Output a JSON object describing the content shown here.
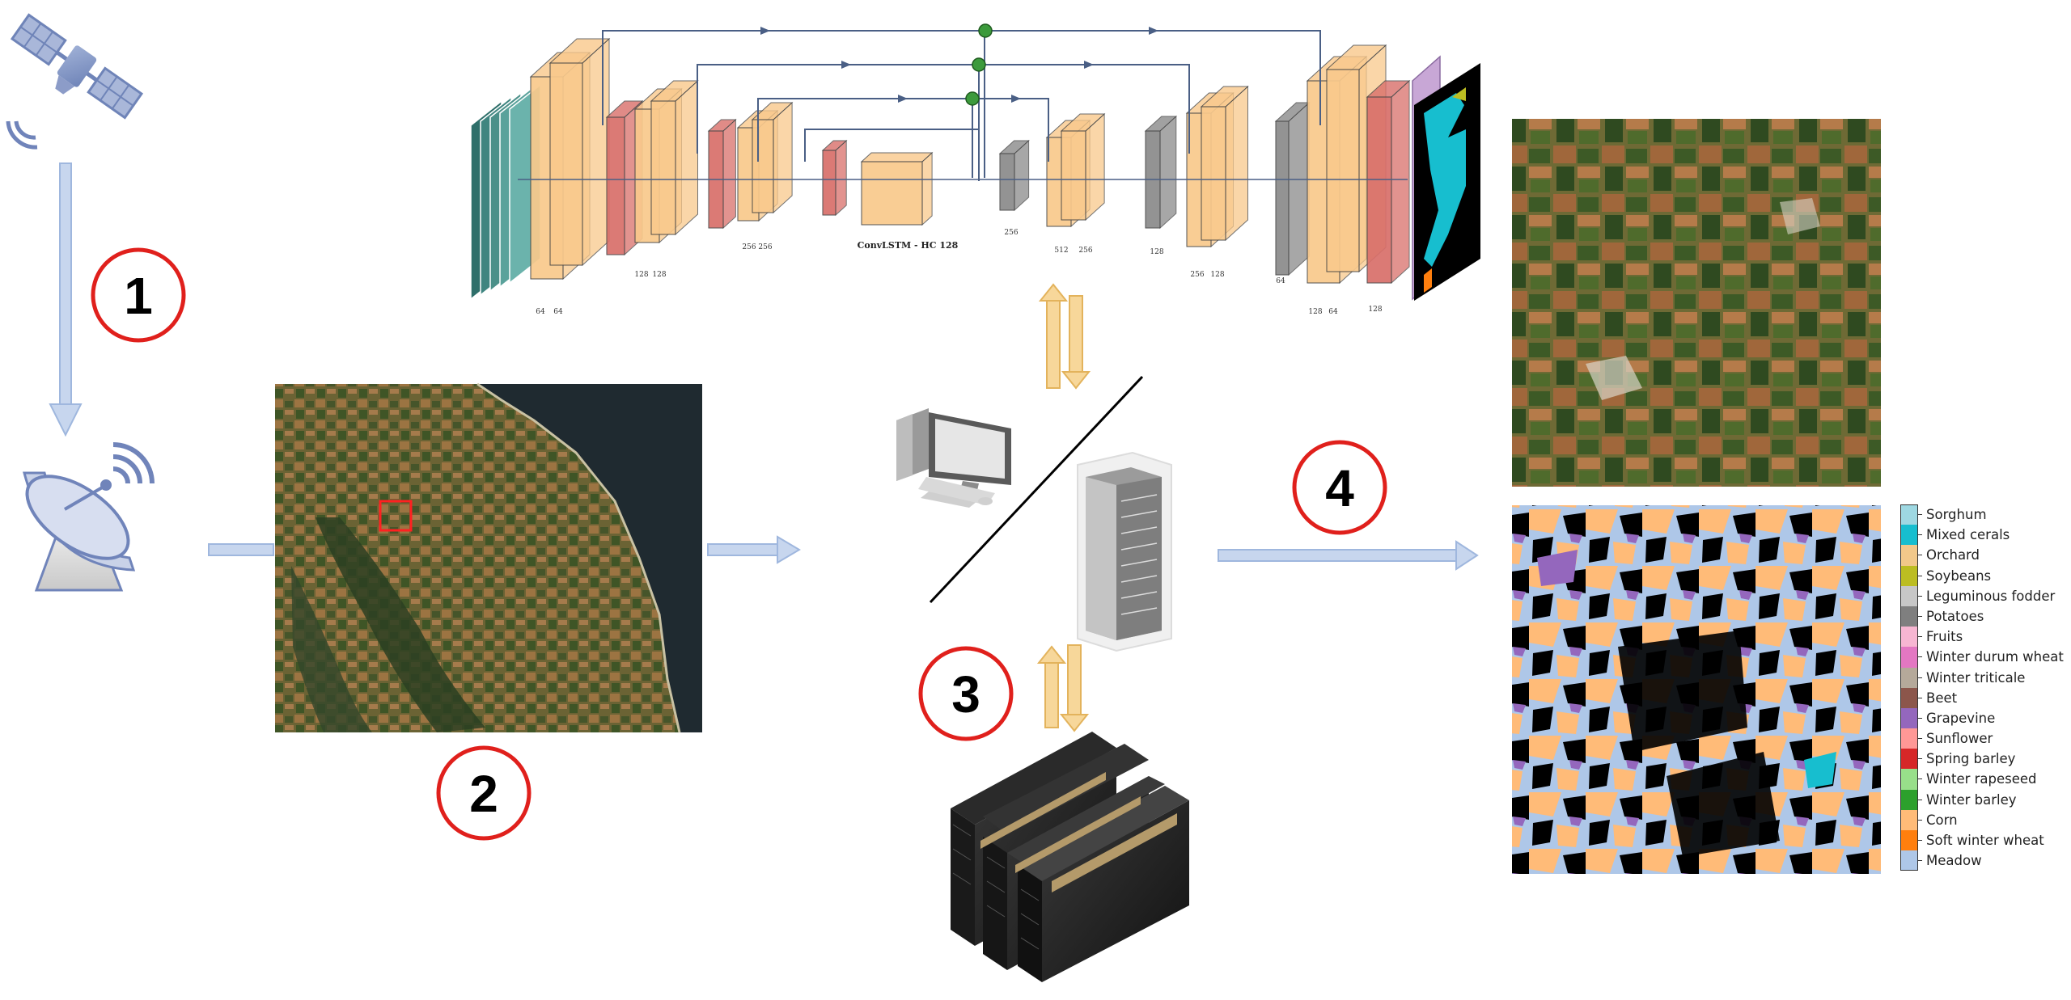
{
  "steps": [
    "1",
    "2",
    "3",
    "4"
  ],
  "network": {
    "caption": "ConvLSTM - HC 128",
    "encoder_labels": [
      "64",
      "64",
      "128",
      "128",
      "256",
      "256"
    ],
    "decoder_labels": [
      "256",
      "512",
      "256",
      "128",
      "256",
      "128",
      "64",
      "128",
      "64",
      "128"
    ]
  },
  "colors": {
    "step_circle": "#e0201c",
    "flow_arrow": "#b9cde8",
    "server_arrow": "#f7d79a",
    "encoder_block": "#f9c98c",
    "pool_block": "#d96f6a",
    "upsample_block": "#8a8a8a",
    "skip_line": "#4a5f85",
    "skip_node": "#3c9a3c"
  },
  "legend": [
    {
      "label": "Sorghum",
      "color": "#9ed8e2"
    },
    {
      "label": "Mixed cerals",
      "color": "#17becf"
    },
    {
      "label": "Orchard",
      "color": "#f2c88a"
    },
    {
      "label": "Soybeans",
      "color": "#bcbd22"
    },
    {
      "label": "Leguminous fodder",
      "color": "#c7c7c7"
    },
    {
      "label": "Potatoes",
      "color": "#7f7f7f"
    },
    {
      "label": "Fruits",
      "color": "#f7b6d2"
    },
    {
      "label": "Winter durum wheat",
      "color": "#e377c2"
    },
    {
      "label": "Winter triticale",
      "color": "#b5a99a"
    },
    {
      "label": "Beet",
      "color": "#8c564b"
    },
    {
      "label": "Grapevine",
      "color": "#9467bd"
    },
    {
      "label": "Sunflower",
      "color": "#ff9896"
    },
    {
      "label": "Spring barley",
      "color": "#d62728"
    },
    {
      "label": "Winter rapeseed",
      "color": "#98df8a"
    },
    {
      "label": "Winter barley",
      "color": "#2ca02c"
    },
    {
      "label": "Corn",
      "color": "#ffbb78"
    },
    {
      "label": "Soft winter wheat",
      "color": "#ff7f0e"
    },
    {
      "label": "Meadow",
      "color": "#aec7e8"
    }
  ]
}
